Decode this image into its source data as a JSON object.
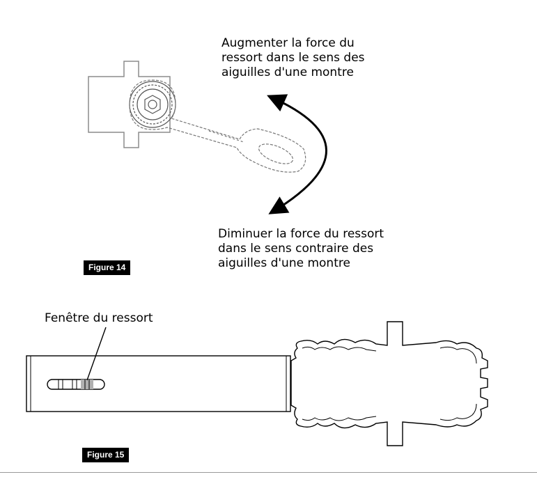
{
  "figure14": {
    "label": "Figure 14",
    "increase_text": [
      "Augmenter la force du",
      "ressort dans le sens des",
      "aiguilles d'une montre"
    ],
    "decrease_text": [
      "Diminuer la force du ressort",
      "dans le sens contraire des",
      "aiguilles d'une montre"
    ]
  },
  "figure15": {
    "label": "Figure 15",
    "window_label": "Fenêtre du ressort"
  },
  "colors": {
    "outline": "#8c8c8c",
    "line": "#000000",
    "badge_bg": "#000000",
    "badge_text": "#ffffff"
  }
}
